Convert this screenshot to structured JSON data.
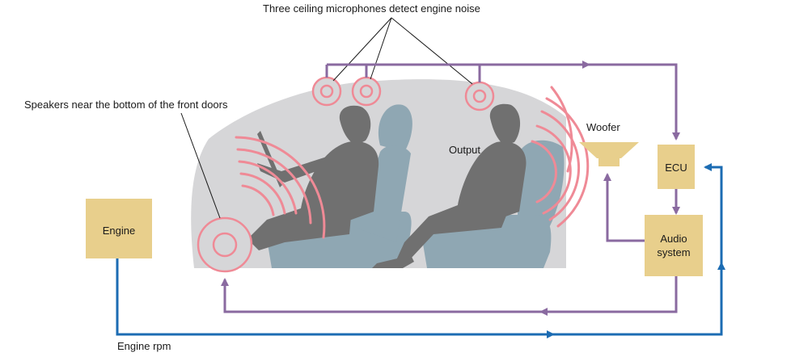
{
  "labels": {
    "microphones": "Three ceiling microphones detect engine noise",
    "speakers": "Speakers near the bottom of the front doors",
    "output": "Output",
    "woofer": "Woofer",
    "engine_rpm": "Engine rpm"
  },
  "blocks": {
    "engine": "Engine",
    "ecu": "ECU",
    "audio_line1": "Audio",
    "audio_line2": "system"
  },
  "colors": {
    "block_fill": "#e8cf8c",
    "cabin": "#d6d6d8",
    "seat": "#8fa7b3",
    "person": "#707070",
    "sound_wave": "#ef8a96",
    "signal_purple": "#8a6aa0",
    "rpm_blue": "#1c6cb3"
  },
  "icons": [
    "microphone-icon",
    "speaker-icon",
    "woofer-icon",
    "sound-wave-icon"
  ]
}
